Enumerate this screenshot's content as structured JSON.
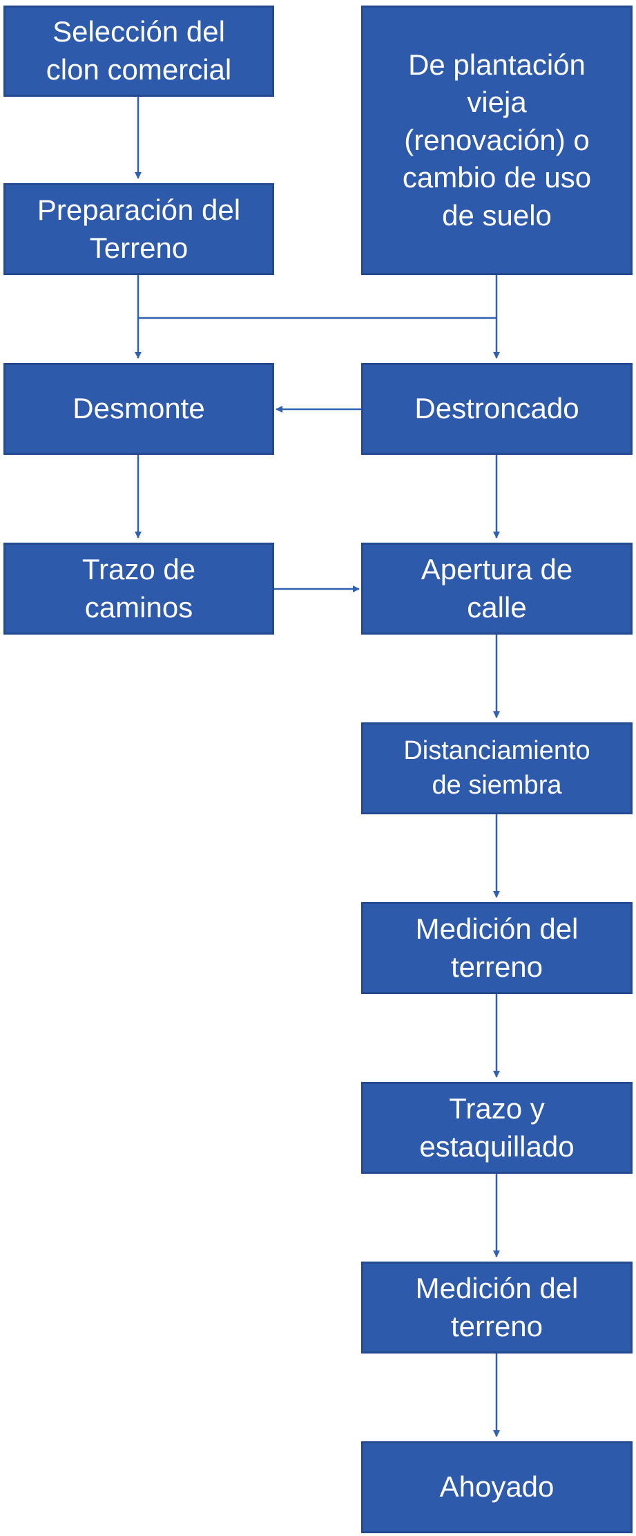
{
  "diagram": {
    "nodes": {
      "seleccion": "Selección del\nclon comercial",
      "preparacion": "Preparación del\nTerreno",
      "plantacion": "De plantación\nvieja\n(renovación) o\ncambio de uso\nde suelo",
      "desmonte": "Desmonte",
      "destroncado": "Destroncado",
      "trazo_caminos": "Trazo de\ncaminos",
      "apertura": "Apertura de\ncalle",
      "distanciamiento": "Distanciamiento\nde siembra",
      "medicion_1": "Medición del\nterreno",
      "trazo_estaquillado": "Trazo y\nestaquillado",
      "medicion_2": "Medición del\nterreno",
      "ahoyado": "Ahoyado"
    },
    "colors": {
      "box_fill": "#2e5aac",
      "box_border": "#234a8e",
      "text": "#ffffff",
      "connector": "#3060b0"
    }
  }
}
